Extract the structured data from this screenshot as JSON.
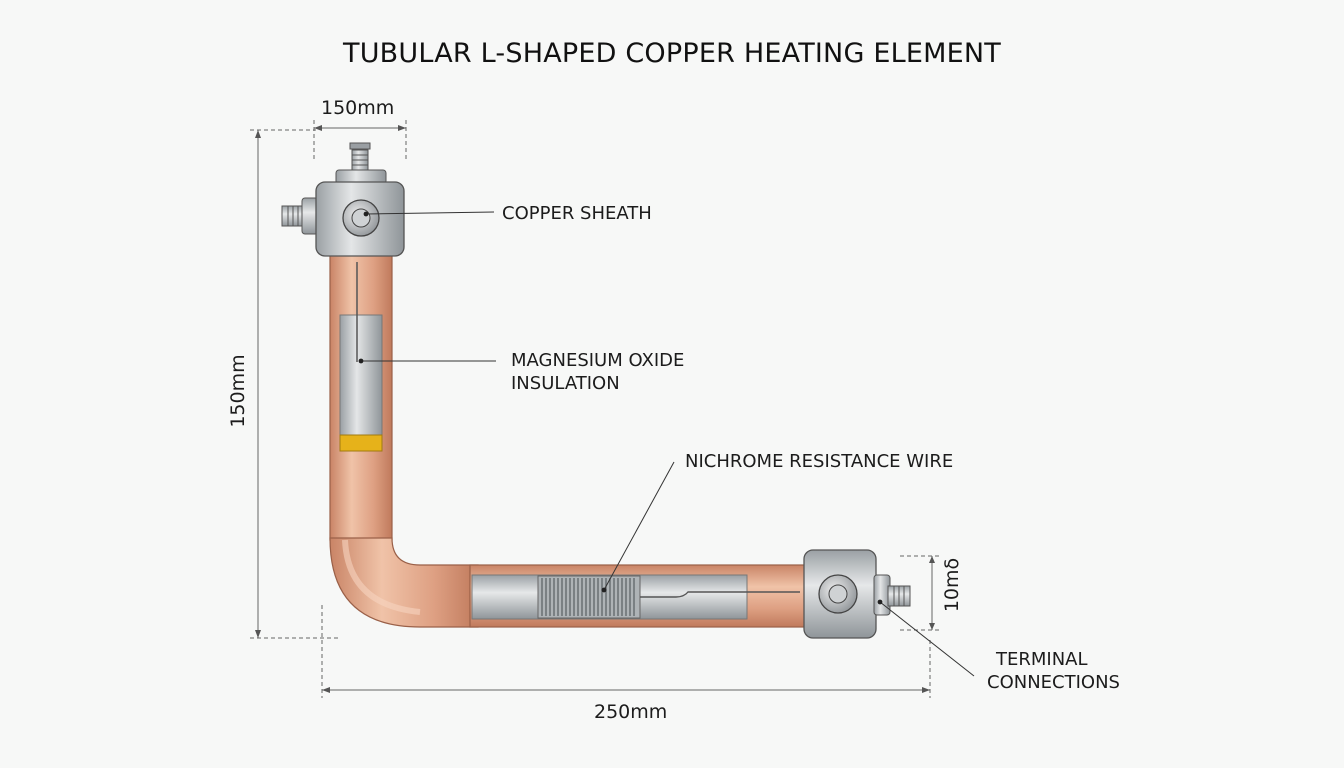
{
  "title": "TUBULAR L-SHAPED COPPER HEATING ELEMENT",
  "labels": {
    "copper_sheath": "COPPER SHEATH",
    "insulation_line1": "MAGNESIUM OXIDE",
    "insulation_line2": "INSULATION",
    "wire": "NICHROME RESISTANCE WIRE",
    "terminal_line1": "TERMINAL",
    "terminal_line2": "CONNECTIONS"
  },
  "dimensions": {
    "top_width": "150mm",
    "height": "150mm",
    "length": "250mm",
    "diameter": "10mδ"
  },
  "colors": {
    "copper": "#d9997a",
    "copper_highlight": "#f2c6ad",
    "steel": "#b8bcbf",
    "insulation": "#c9cccd",
    "band": "#e2b21c",
    "dim_line": "#555555"
  }
}
